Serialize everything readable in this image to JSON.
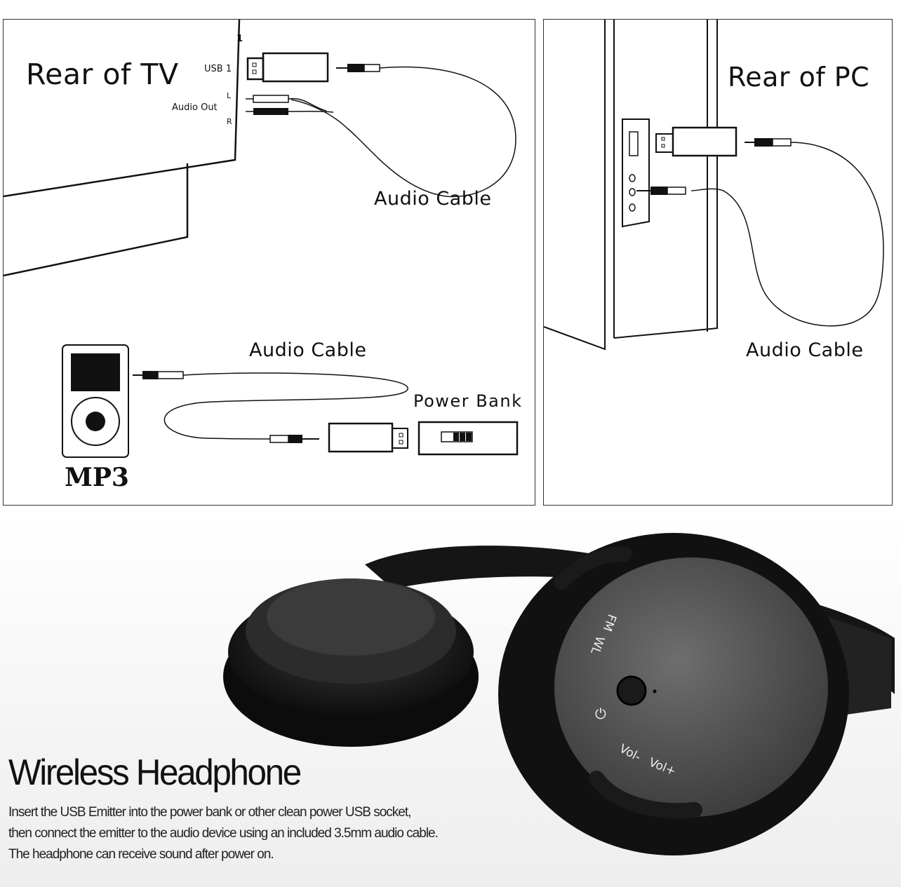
{
  "tv_panel": {
    "title": "Rear of TV",
    "port_number": "1",
    "usb_label": "USB 1",
    "audio_out_label": "Audio Out",
    "left_label": "L",
    "right_label": "R",
    "cable_label": "Audio Cable"
  },
  "mp3_section": {
    "device_label": "MP3",
    "cable_label": "Audio Cable",
    "power_bank_label": "Power  Bank"
  },
  "pc_panel": {
    "title": "Rear of PC",
    "cable_label": "Audio Cable"
  },
  "headphone": {
    "title": "Wireless Headphone",
    "description_lines": [
      "Insert the USB Emitter into the power bank or other clean power USB socket,",
      "then connect the emitter to the audio device using an included 3.5mm audio cable.",
      "The headphone can receive sound after power on."
    ],
    "button_labels": {
      "mode": "FM",
      "wl": "WL",
      "vol_down": "Vol-",
      "vol_up": "Vol+"
    }
  }
}
